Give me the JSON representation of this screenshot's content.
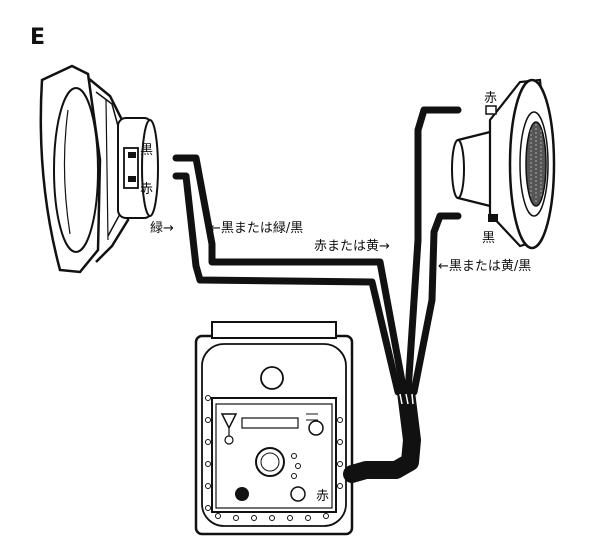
{
  "figure": {
    "letter": "E"
  },
  "woofer": {
    "terminal_black": "黒",
    "terminal_red": "赤"
  },
  "tweeter": {
    "terminal_red": "赤",
    "terminal_black": "黒"
  },
  "labels": {
    "green": "緑→",
    "black_or_green_black": "←黒または緑/黒",
    "red_or_yellow": "赤または黄→",
    "black_or_yellow_black": "←黒または黄/黒"
  },
  "network": {
    "terminal_red": "赤"
  }
}
